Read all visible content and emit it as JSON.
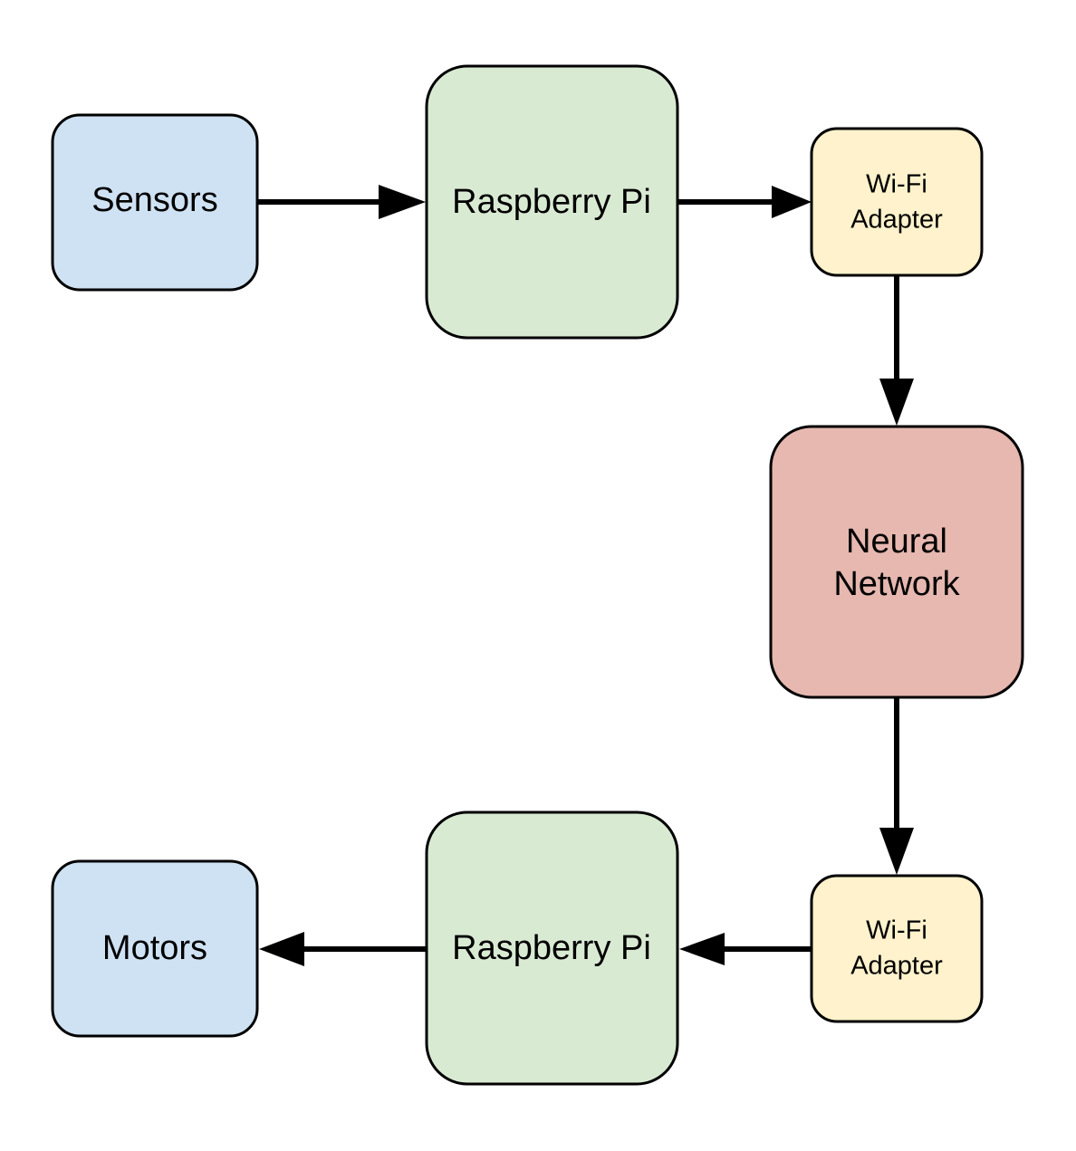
{
  "diagram": {
    "nodes": {
      "sensors": {
        "label": "Sensors",
        "color": "#cfe2f3"
      },
      "raspberry_pi_top": {
        "label": "Raspberry Pi",
        "color": "#d9ead3"
      },
      "wifi_adapter_top": {
        "lines": [
          "Wi-Fi",
          "Adapter"
        ],
        "color": "#fff2cc"
      },
      "neural_network": {
        "lines": [
          "Neural",
          "Network"
        ],
        "color": "#e6b8af"
      },
      "wifi_adapter_bottom": {
        "lines": [
          "Wi-Fi",
          "Adapter"
        ],
        "color": "#fff2cc"
      },
      "raspberry_pi_bottom": {
        "label": "Raspberry Pi",
        "color": "#d9ead3"
      },
      "motors": {
        "label": "Motors",
        "color": "#cfe2f3"
      }
    },
    "edges": [
      {
        "from": "sensors",
        "to": "raspberry_pi_top"
      },
      {
        "from": "raspberry_pi_top",
        "to": "wifi_adapter_top"
      },
      {
        "from": "wifi_adapter_top",
        "to": "neural_network"
      },
      {
        "from": "neural_network",
        "to": "wifi_adapter_bottom"
      },
      {
        "from": "wifi_adapter_bottom",
        "to": "raspberry_pi_bottom"
      },
      {
        "from": "raspberry_pi_bottom",
        "to": "motors"
      }
    ]
  }
}
